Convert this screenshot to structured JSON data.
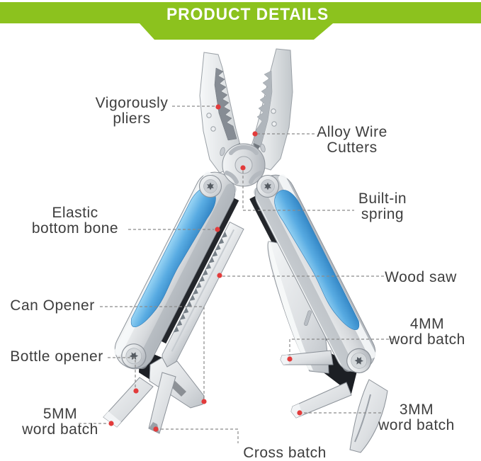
{
  "banner": {
    "title": "PRODUCT DETAILS"
  },
  "labels": {
    "pliers": {
      "line1": "Vigorously",
      "line2": "pliers"
    },
    "wire_cutters": {
      "line1": "Alloy Wire",
      "line2": "Cutters"
    },
    "bottom_bone": {
      "line1": "Elastic",
      "line2": "bottom bone"
    },
    "spring": {
      "line1": "Built-in",
      "line2": "spring"
    },
    "wood_saw": {
      "line1": "Wood saw"
    },
    "can_opener": {
      "line1": "Can Opener"
    },
    "bottle_opener": {
      "line1": "Bottle opener"
    },
    "word_batch_4mm": {
      "line1": "4MM",
      "line2": "word batch"
    },
    "word_batch_5mm": {
      "line1": "5MM",
      "line2": "word batch"
    },
    "word_batch_3mm": {
      "line1": "3MM",
      "line2": "word batch"
    },
    "cross_batch": {
      "line1": "Cross batch"
    }
  },
  "colors": {
    "banner_green": "#8cc21e",
    "banner_text": "#ffffff",
    "marker_red": "#e23b3b",
    "grip_blue": "#58abe2",
    "label_text": "#3e3e3e",
    "callout_line": "#8a8a8a"
  }
}
